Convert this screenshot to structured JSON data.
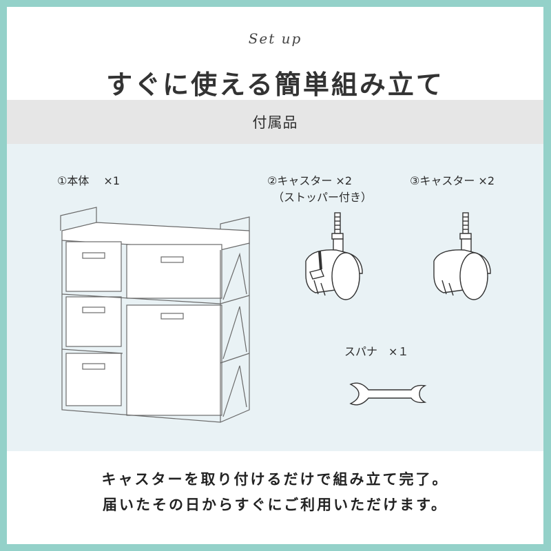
{
  "header": {
    "script_title": "Set up",
    "title": "すぐに使える簡単組み立て"
  },
  "section": {
    "heading": "付属品"
  },
  "parts": [
    {
      "id": "body",
      "label": "①本体　 ×1",
      "icon": "shelf-unit-icon"
    },
    {
      "id": "caster-stopper",
      "label": "②キャスター ×2",
      "sublabel": "（ストッパー付き）",
      "icon": "caster-with-stopper-icon"
    },
    {
      "id": "caster",
      "label": "③キャスター ×2",
      "icon": "caster-icon"
    },
    {
      "id": "wrench",
      "label": "スパナ　×１",
      "icon": "wrench-icon"
    }
  ],
  "footer": {
    "line1": "キャスターを取り付けるだけで組み立て完了。",
    "line2": "届いたその日からすぐにご利用いただけます。"
  },
  "colors": {
    "frame": "#94d1c9",
    "band": "#e6e6e6",
    "parts_bg": "#e9f2f5"
  }
}
